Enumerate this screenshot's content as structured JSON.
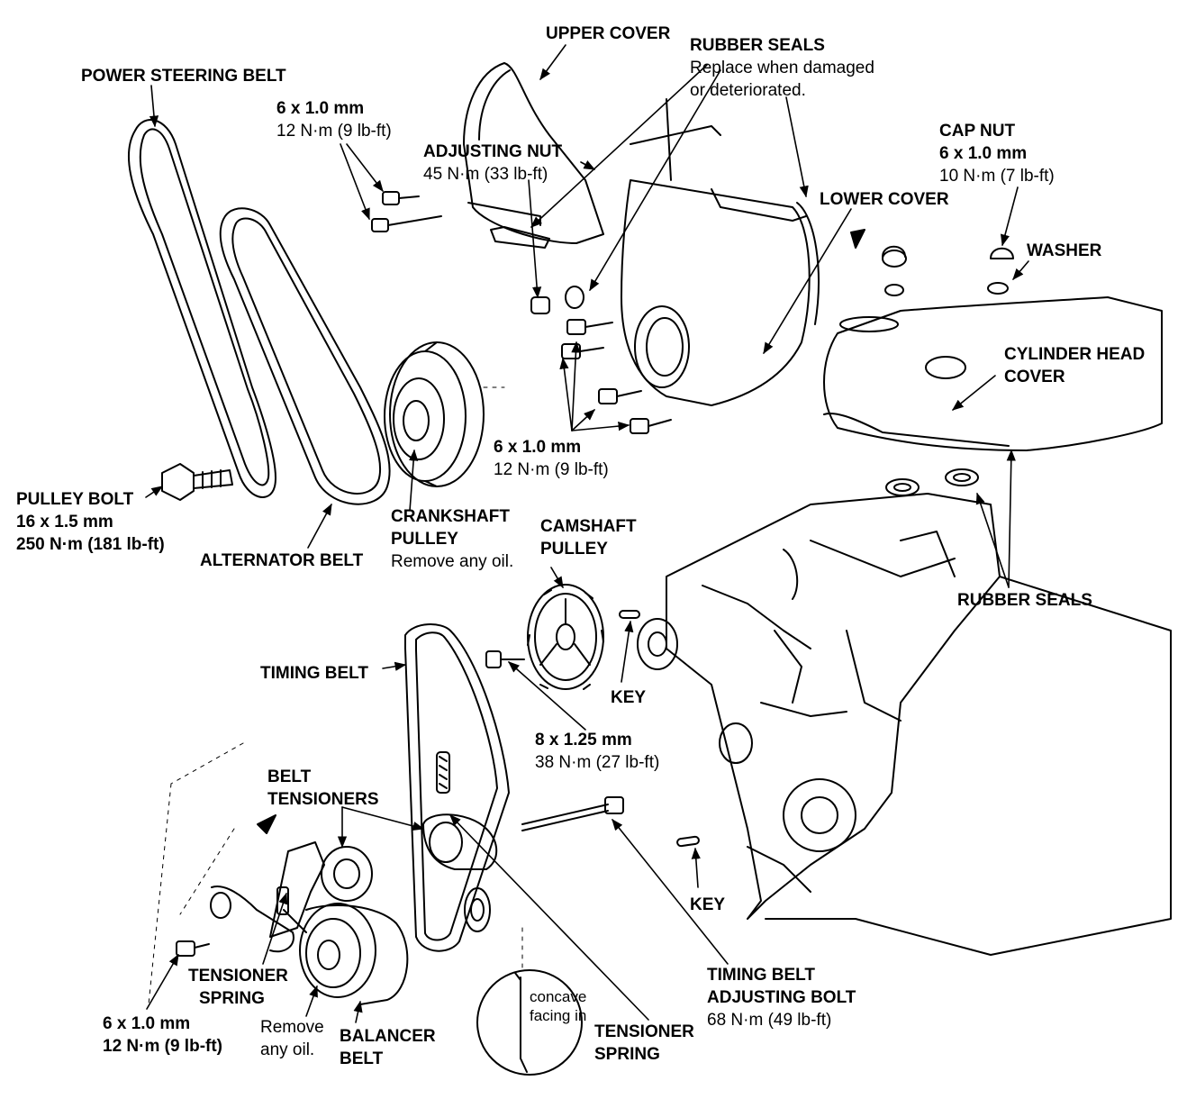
{
  "labels": {
    "upper_cover": "UPPER COVER",
    "rubber_seals_top": "RUBBER SEALS",
    "rubber_seals_note1": "Replace when damaged",
    "rubber_seals_note2": "or deteriorated.",
    "power_steering_belt": "POWER STEERING BELT",
    "bolt_top_size": "6 x 1.0 mm",
    "bolt_top_torque": "12 N·m (9 lb-ft)",
    "adjusting_nut": "ADJUSTING NUT",
    "adjusting_nut_torque": "45 N·m (33 lb-ft)",
    "cap_nut": "CAP NUT",
    "cap_nut_size": "6 x 1.0 mm",
    "cap_nut_torque": "10 N·m (7 lb-ft)",
    "lower_cover": "LOWER COVER",
    "washer": "WASHER",
    "cylinder_head_cover_1": "CYLINDER HEAD",
    "cylinder_head_cover_2": "COVER",
    "bolt_mid_size": "6 x 1.0 mm",
    "bolt_mid_torque": "12 N·m (9 lb-ft)",
    "pulley_bolt": "PULLEY BOLT",
    "pulley_bolt_size": "16 x 1.5 mm",
    "pulley_bolt_torque": "250 N·m (181 lb-ft)",
    "crankshaft_pulley_1": "CRANKSHAFT",
    "crankshaft_pulley_2": "PULLEY",
    "crankshaft_pulley_note": "Remove any oil.",
    "camshaft_pulley_1": "CAMSHAFT",
    "camshaft_pulley_2": "PULLEY",
    "alternator_belt": "ALTERNATOR BELT",
    "rubber_seals_mid": "RUBBER SEALS",
    "timing_belt": "TIMING BELT",
    "key_upper": "KEY",
    "cam_bolt_size": "8 x 1.25 mm",
    "cam_bolt_torque": "38 N·m (27 lb-ft)",
    "belt_tensioners_1": "BELT",
    "belt_tensioners_2": "TENSIONERS",
    "key_lower": "KEY",
    "timing_belt_adj_bolt_1": "TIMING BELT",
    "timing_belt_adj_bolt_2": "ADJUSTING BOLT",
    "timing_belt_adj_bolt_torque": "68 N·m (49 lb-ft)",
    "tensioner_spring_left_1": "TENSIONER",
    "tensioner_spring_left_2": "SPRING",
    "concave_1": "concave",
    "concave_2": "facing in",
    "tensioner_spring_right_1": "TENSIONER",
    "tensioner_spring_right_2": "SPRING",
    "bolt_bottom_size": "6 x 1.0 mm",
    "bolt_bottom_torque": "12 N·m (9 lb-ft)",
    "remove_oil_1": "Remove",
    "remove_oil_2": "any oil.",
    "balancer_belt_1": "BALANCER",
    "balancer_belt_2": "BELT"
  }
}
